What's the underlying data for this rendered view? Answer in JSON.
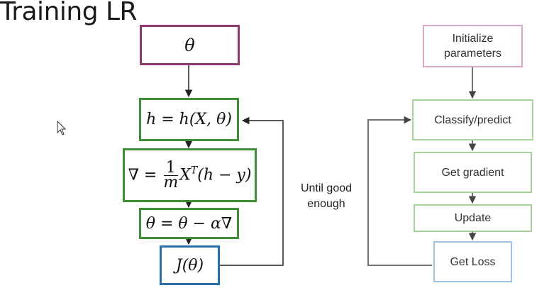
{
  "title": "Training LR",
  "left_flow": {
    "theta": "θ",
    "hypothesis": "h = h(X, θ)",
    "gradient_prefix": "∇ = ",
    "gradient_num": "1",
    "gradient_den": "m",
    "gradient_x": "X",
    "gradient_sup": "T",
    "gradient_tail": "(h − y)",
    "update": "θ = θ − α∇",
    "loss": "J(θ)"
  },
  "loop_note": "Until good enough",
  "right_flow": {
    "initialize": "Initialize parameters",
    "classify": "Classify/predict",
    "gradient": "Get gradient",
    "update": "Update",
    "loss": "Get Loss"
  },
  "colors": {
    "theta_border": "#8c3a6e",
    "green_border": "#3f8f36",
    "blue_border": "#2a6fb0",
    "init_border": "#d9a6c6",
    "light_green": "#a6d39a",
    "light_blue": "#9fc3e3",
    "arrow": "#222222"
  }
}
